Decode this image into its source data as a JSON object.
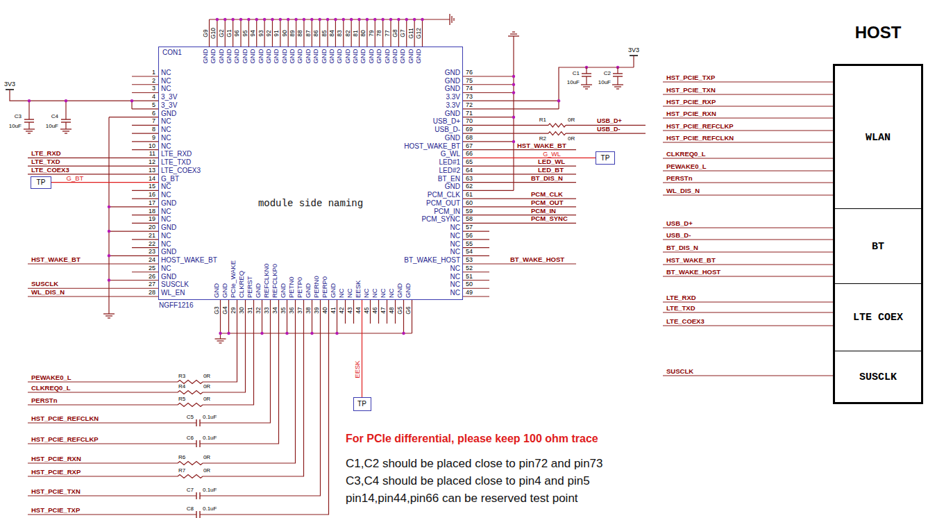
{
  "diagram": {
    "nodes": [
      {
        "text": [
          "CON1",
          "module side naming",
          "NGFF1216"
        ]
      },
      {
        "text": [
          "TP"
        ]
      },
      {
        "text": [
          "TP"
        ]
      },
      {
        "text": [
          "TP"
        ]
      },
      {
        "text": [
          "HOST"
        ]
      },
      {
        "text": [
          "WLAN"
        ],
        "in": 4
      },
      {
        "text": [
          "BT"
        ],
        "in": 4
      },
      {
        "text": [
          "LTE COEX"
        ],
        "in": 4
      },
      {
        "text": [
          "SUSCLK"
        ],
        "in": 4
      }
    ],
    "edges": [
      {
        "from": 1,
        "to": 0,
        "arrow": "none",
        "label": "G_BT"
      },
      {
        "from": 0,
        "to": 2,
        "arrow": "none",
        "label": "G_WL"
      },
      {
        "from": 0,
        "to": 3,
        "arrow": "none",
        "label": "EESK"
      }
    ],
    "labels": [
      "1",
      "2",
      "3",
      "4",
      "5",
      "6",
      "7",
      "8",
      "9",
      "10",
      "11",
      "12",
      "13",
      "14",
      "15",
      "16",
      "17",
      "18",
      "19",
      "20",
      "21",
      "22",
      "23",
      "24",
      "25",
      "26",
      "27",
      "28",
      "NC",
      "NC",
      "NC",
      "3_3V",
      "3_3V",
      "GND",
      "NC",
      "NC",
      "NC",
      "NC",
      "LTE_RXD",
      "LTE_TXD",
      "LTE_COEX3",
      "G_BT",
      "NC",
      "NC",
      "GND",
      "NC",
      "NC",
      "GND",
      "NC",
      "NC",
      "GND",
      "HOST_WAKE_BT",
      "NC",
      "GND",
      "SUSCLK",
      "WL_EN",
      "G9",
      "G10",
      "G2",
      "G1",
      "96",
      "95",
      "94",
      "93",
      "92",
      "91",
      "90",
      "89",
      "88",
      "87",
      "86",
      "85",
      "84",
      "83",
      "82",
      "81",
      "80",
      "79",
      "78",
      "77",
      "G8",
      "G7",
      "G11",
      "G12",
      "GND",
      "GND",
      "GND",
      "GND",
      "GND",
      "GND",
      "GND",
      "GND",
      "GND",
      "GND",
      "GND",
      "GND",
      "GND",
      "GND",
      "GND",
      "GND",
      "GND",
      "GND",
      "GND",
      "GND",
      "GND",
      "GND",
      "GND",
      "GND",
      "GND",
      "GND",
      "GND",
      "GND",
      "76",
      "75",
      "74",
      "73",
      "72",
      "71",
      "70",
      "69",
      "68",
      "67",
      "66",
      "65",
      "64",
      "63",
      "62",
      "61",
      "60",
      "59",
      "58",
      "57",
      "56",
      "55",
      "54",
      "53",
      "52",
      "51",
      "50",
      "49",
      "GND",
      "GND",
      "GND",
      "3.3V",
      "3.3V",
      "GND",
      "USB_D+",
      "USB_D-",
      "GND",
      "HOST_WAKE_BT",
      "G_WL",
      "LED#1",
      "LED#2",
      "BT_EN",
      "GND",
      "PCM_CLK",
      "PCM_OUT",
      "PCM_IN",
      "PCM_SYNC",
      "NC",
      "NC",
      "NC",
      "NC",
      "BT_WAKE_HOST",
      "NC",
      "NC",
      "NC",
      "NC",
      "G3",
      "G4",
      "29",
      "30",
      "31",
      "32",
      "33",
      "34",
      "35",
      "36",
      "37",
      "38",
      "39",
      "40",
      "41",
      "42",
      "43",
      "44",
      "45",
      "46",
      "47",
      "48",
      "G5",
      "G6",
      "GND",
      "GND",
      "PCIe_WAKE",
      "CLKREQ",
      "PERST",
      "GND",
      "REFCLKN0",
      "REFCLKP0",
      "GND",
      "PETN0",
      "PETP0",
      "GND",
      "PERN0",
      "PERP0",
      "GND",
      "NC",
      "NC",
      "EESK",
      "NC",
      "NC",
      "NC",
      "NC",
      "GND",
      "GND",
      "3V3",
      "C3",
      "10uF",
      "C4",
      "10uF",
      "LTE_RXD",
      "LTE_TXD",
      "LTE_COEX3",
      "HST_WAKE_BT",
      "SUSCLK",
      "WL_DIS_N",
      "3V3",
      "C1",
      "10uF",
      "C2",
      "10uF",
      "R1",
      "0R",
      "USB_D+",
      "R2",
      "0R",
      "USB_D-",
      "HST_WAKE_BT",
      "LED_WL",
      "LED_BT",
      "BT_DIS_N",
      "PCM_CLK",
      "PCM_OUT",
      "PCM_IN",
      "PCM_SYNC",
      "BT_WAKE_HOST",
      "PEWAKE0_L",
      "R3",
      "0R",
      "CLKREQ0_L",
      "R4",
      "0R",
      "PERSTn",
      "R5",
      "0R",
      "HST_PCIE_REFCLKN",
      "C5",
      "0.1uF",
      "HST_PCIE_REFCLKP",
      "C6",
      "0.1uF",
      "HST_PCIE_RXN",
      "R6",
      "0R",
      "HST_PCIE_RXP",
      "R7",
      "0R",
      "HST_PCIE_TXN",
      "C7",
      "0.1uF",
      "HST_PCIE_TXP",
      "C8",
      "0.1uF",
      "HST_PCIE_TXP",
      "HST_PCIE_TXN",
      "HST_PCIE_RXP",
      "HST_PCIE_RXN",
      "HST_PCIE_REFCLKP",
      "HST_PCIE_REFCLKN",
      "CLKREQ0_L",
      "PEWAKE0_L",
      "PERSTn",
      "WL_DIS_N",
      "USB_D+",
      "USB_D-",
      "BT_DIS_N",
      "HST_WAKE_BT",
      "BT_WAKE_HOST",
      "LTE_RXD",
      "LTE_TXD",
      "LTE_COEX3",
      "SUSCLK",
      "For PCIe differential, please keep 100 ohm trace",
      "C1,C2 should be placed close to pin72 and pin73",
      "C3,C4 should be placed close to pin4 and pin5",
      "pin14,pin44,pin66 can be reserved test point"
    ]
  }
}
